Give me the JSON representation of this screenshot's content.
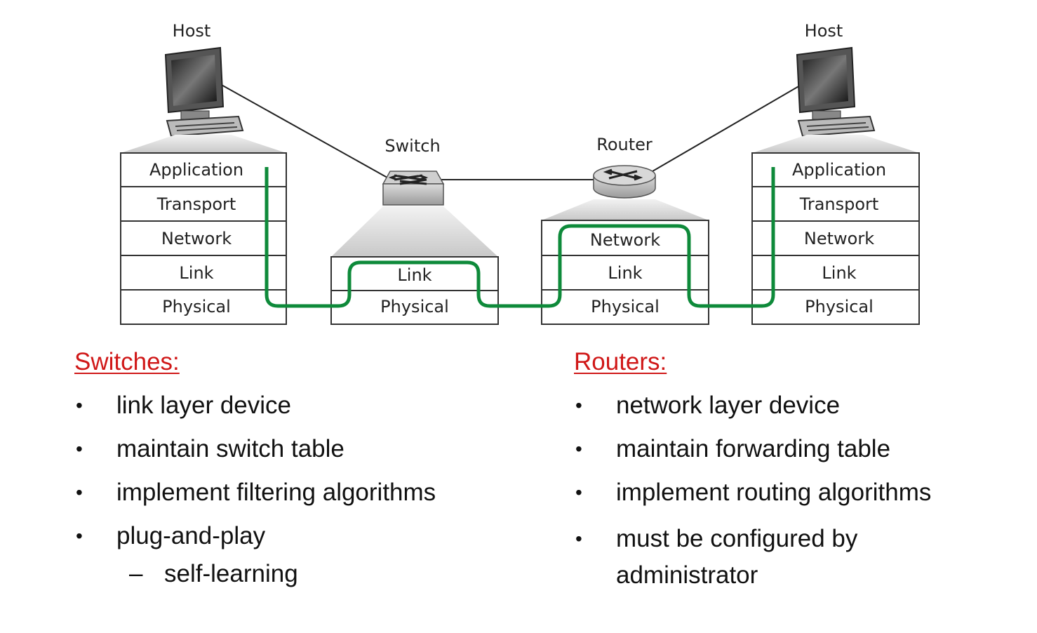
{
  "diagram": {
    "host_left": {
      "label": "Host",
      "layers": [
        "Application",
        "Transport",
        "Network",
        "Link",
        "Physical"
      ]
    },
    "switch": {
      "label": "Switch",
      "layers": [
        "Link",
        "Physical"
      ]
    },
    "router": {
      "label": "Router",
      "layers": [
        "Network",
        "Link",
        "Physical"
      ]
    },
    "host_right": {
      "label": "Host",
      "layers": [
        "Application",
        "Transport",
        "Network",
        "Link",
        "Physical"
      ]
    },
    "path_color": "#0e8a3a"
  },
  "switches": {
    "heading": "Switches:",
    "items": [
      "link layer device",
      "maintain switch table",
      "implement filtering algorithms",
      "plug-and-play"
    ],
    "subitem": "self-learning"
  },
  "routers": {
    "heading": "Routers:",
    "items": [
      "network layer device",
      "maintain forwarding table",
      "implement routing algorithms",
      "must be configured by administrator"
    ]
  },
  "colors": {
    "heading": "#d01818"
  }
}
